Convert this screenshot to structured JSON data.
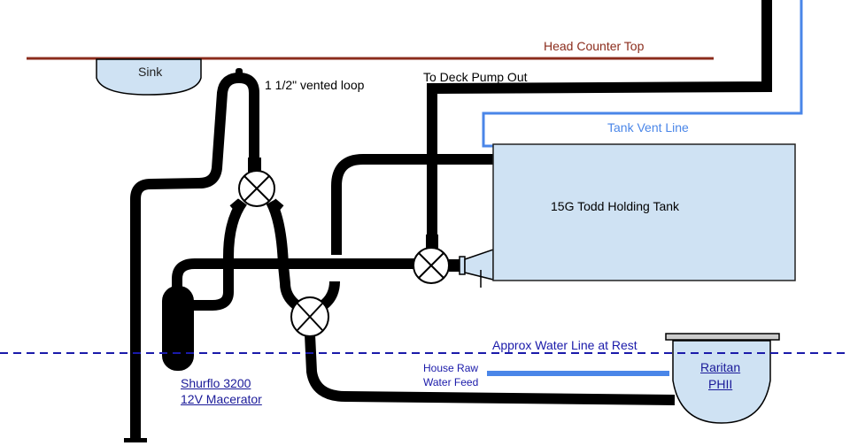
{
  "labels": {
    "counter_top": "Head Counter Top",
    "sink": "Sink",
    "vented_loop": "1 1/2\" vented loop",
    "deck_pump_out": "To Deck Pump Out",
    "tank_vent": "Tank Vent Line",
    "holding_tank": "15G Todd Holding Tank",
    "water_line": "Approx Water Line at Rest",
    "raw_water_line1": "House Raw",
    "raw_water_line2": "Water Feed",
    "toilet_line1": "Raritan",
    "toilet_line2": "PHII",
    "macerator_line1": "Shurflo 3200",
    "macerator_line2": "12V Macerator"
  },
  "colors": {
    "counter_top": "#8b2c1c",
    "pipe": "#000000",
    "vent_line": "#4a86e8",
    "tank_fill": "#cfe2f3",
    "water_line": "#1a1aaa",
    "link_text": "#1a1a99"
  }
}
